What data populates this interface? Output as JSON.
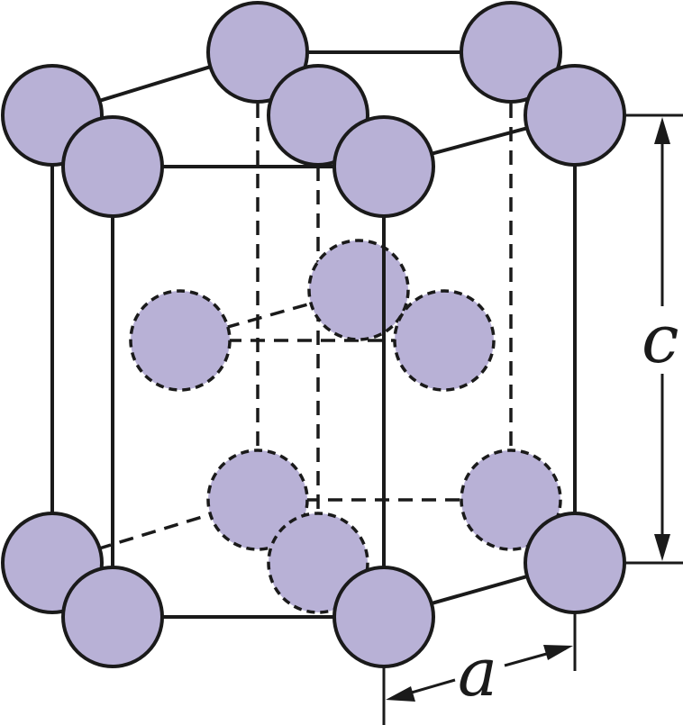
{
  "figure": {
    "atom_color": "#b8b1d6",
    "line_color": "#1a1a1a",
    "background": "#ffffff",
    "dimension_labels": {
      "c": "c",
      "a": "a"
    },
    "atoms": {
      "top_layer_count": 7,
      "middle_layer_count": 3,
      "bottom_layer_count": 7
    }
  }
}
